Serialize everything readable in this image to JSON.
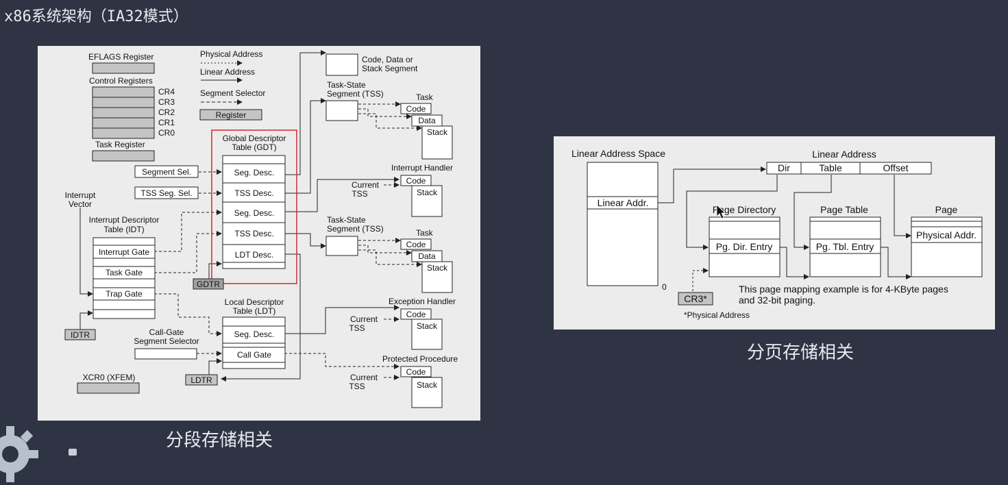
{
  "page_title": "x86系统架构（IA32模式）",
  "left_caption": "分段存储相关",
  "right_caption": "分页存储相关",
  "seg": {
    "eflags": "EFLAGS Register",
    "control": "Control Registers",
    "cr": [
      "CR4",
      "CR3",
      "CR2",
      "CR1",
      "CR0"
    ],
    "task_register": "Task Register",
    "legend_physical": "Physical Address",
    "legend_linear": "Linear Address",
    "legend_selector": "Segment Selector",
    "legend_register": "Register",
    "code_data_stack_1": "Code, Data or",
    "code_data_stack_2": "Stack Segment",
    "tss_a_1": "Task-State",
    "tss_a_2": "Segment (TSS)",
    "tss_b_1": "Task-State",
    "tss_b_2": "Segment (TSS)",
    "task_a": "Task",
    "task_b": "Task",
    "code": "Code",
    "data": "Data",
    "stack": "Stack",
    "gdt_1": "Global Descriptor",
    "gdt_2": "Table (GDT)",
    "gdt_rows": [
      "Seg. Desc.",
      "TSS Desc.",
      "Seg. Desc.",
      "TSS Desc.",
      "LDT Desc."
    ],
    "seg_sel": "Segment Sel.",
    "tss_seg_sel": "TSS Seg. Sel.",
    "interrupt_vector_1": "Interrupt",
    "interrupt_vector_2": "Vector",
    "idt_1": "Interrupt Descriptor",
    "idt_2": "Table (IDT)",
    "idt_rows": [
      "Interrupt Gate",
      "Task Gate",
      "Trap Gate"
    ],
    "idtr": "IDTR",
    "gdtr": "GDTR",
    "ldtr": "LDTR",
    "interrupt_handler": "Interrupt Handler",
    "exception_handler": "Exception Handler",
    "protected_procedure": "Protected Procedure",
    "current": "Current",
    "tss": "TSS",
    "ldt_1": "Local Descriptor",
    "ldt_2": "Table (LDT)",
    "ldt_rows": [
      "Seg. Desc.",
      "Call Gate"
    ],
    "call_gate_1": "Call-Gate",
    "call_gate_2": "Segment Selector",
    "xcr0": "XCR0 (XFEM)"
  },
  "pag": {
    "las": "Linear Address Space",
    "linear_addr": "Linear Addr.",
    "zero": "0",
    "la_title": "Linear Address",
    "la_fields": [
      "Dir",
      "Table",
      "Offset"
    ],
    "page_directory": "Page Directory",
    "page_table": "Page Table",
    "page": "Page",
    "pde": "Pg. Dir. Entry",
    "pte": "Pg. Tbl. Entry",
    "physical_addr": "Physical Addr.",
    "cr3": "CR3*",
    "note_1": "This page mapping example is for 4-KByte pages",
    "note_2": "and 32-bit paging.",
    "footnote": "*Physical Address"
  },
  "colors": {
    "background": "#2f3444",
    "panel": "#ececec",
    "gdt_highlight": "#cc2b2b",
    "register_fill": "#c4c4c4"
  }
}
